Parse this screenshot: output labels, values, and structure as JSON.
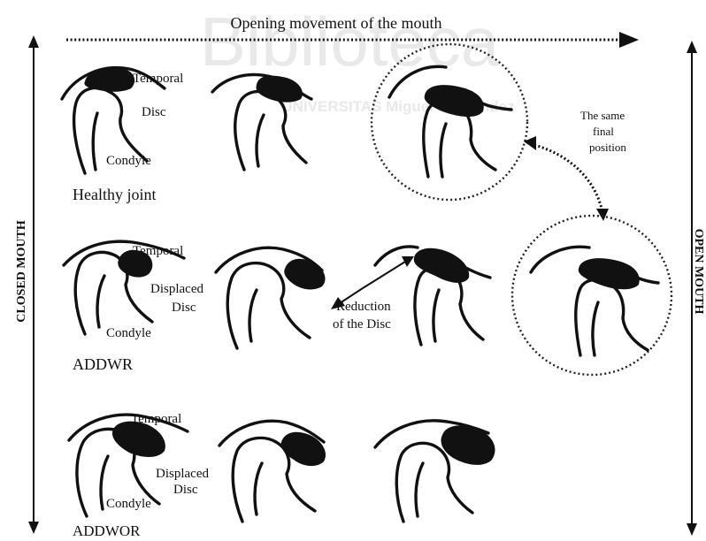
{
  "watermark": {
    "main": "Biblioteca",
    "sub": "UNIVERSITAS Miguel Hernández"
  },
  "top_arrow_label": "Opening movement of the mouth",
  "left_axis_label": "CLOSED MOUTH",
  "right_axis_label": "OPEN MOUTH",
  "rows": [
    {
      "name": "Healthy joint",
      "labels": {
        "temporal": "Temporal",
        "disc": "Disc",
        "condyle": "Condyle"
      }
    },
    {
      "name": "ADDWR",
      "labels": {
        "temporal": "Temporal",
        "disc_line1": "Displaced",
        "disc_line2": "Disc",
        "condyle": "Condyle"
      }
    },
    {
      "name": "ADDWOR",
      "labels": {
        "temporal": "Temporal",
        "disc_line1": "Displaced",
        "disc_line2": "Disc",
        "condyle": "Condyle"
      }
    }
  ],
  "final_position_note": [
    "The same",
    "final",
    "position"
  ],
  "reduction_note": [
    "Reduction",
    "of the Disc"
  ]
}
